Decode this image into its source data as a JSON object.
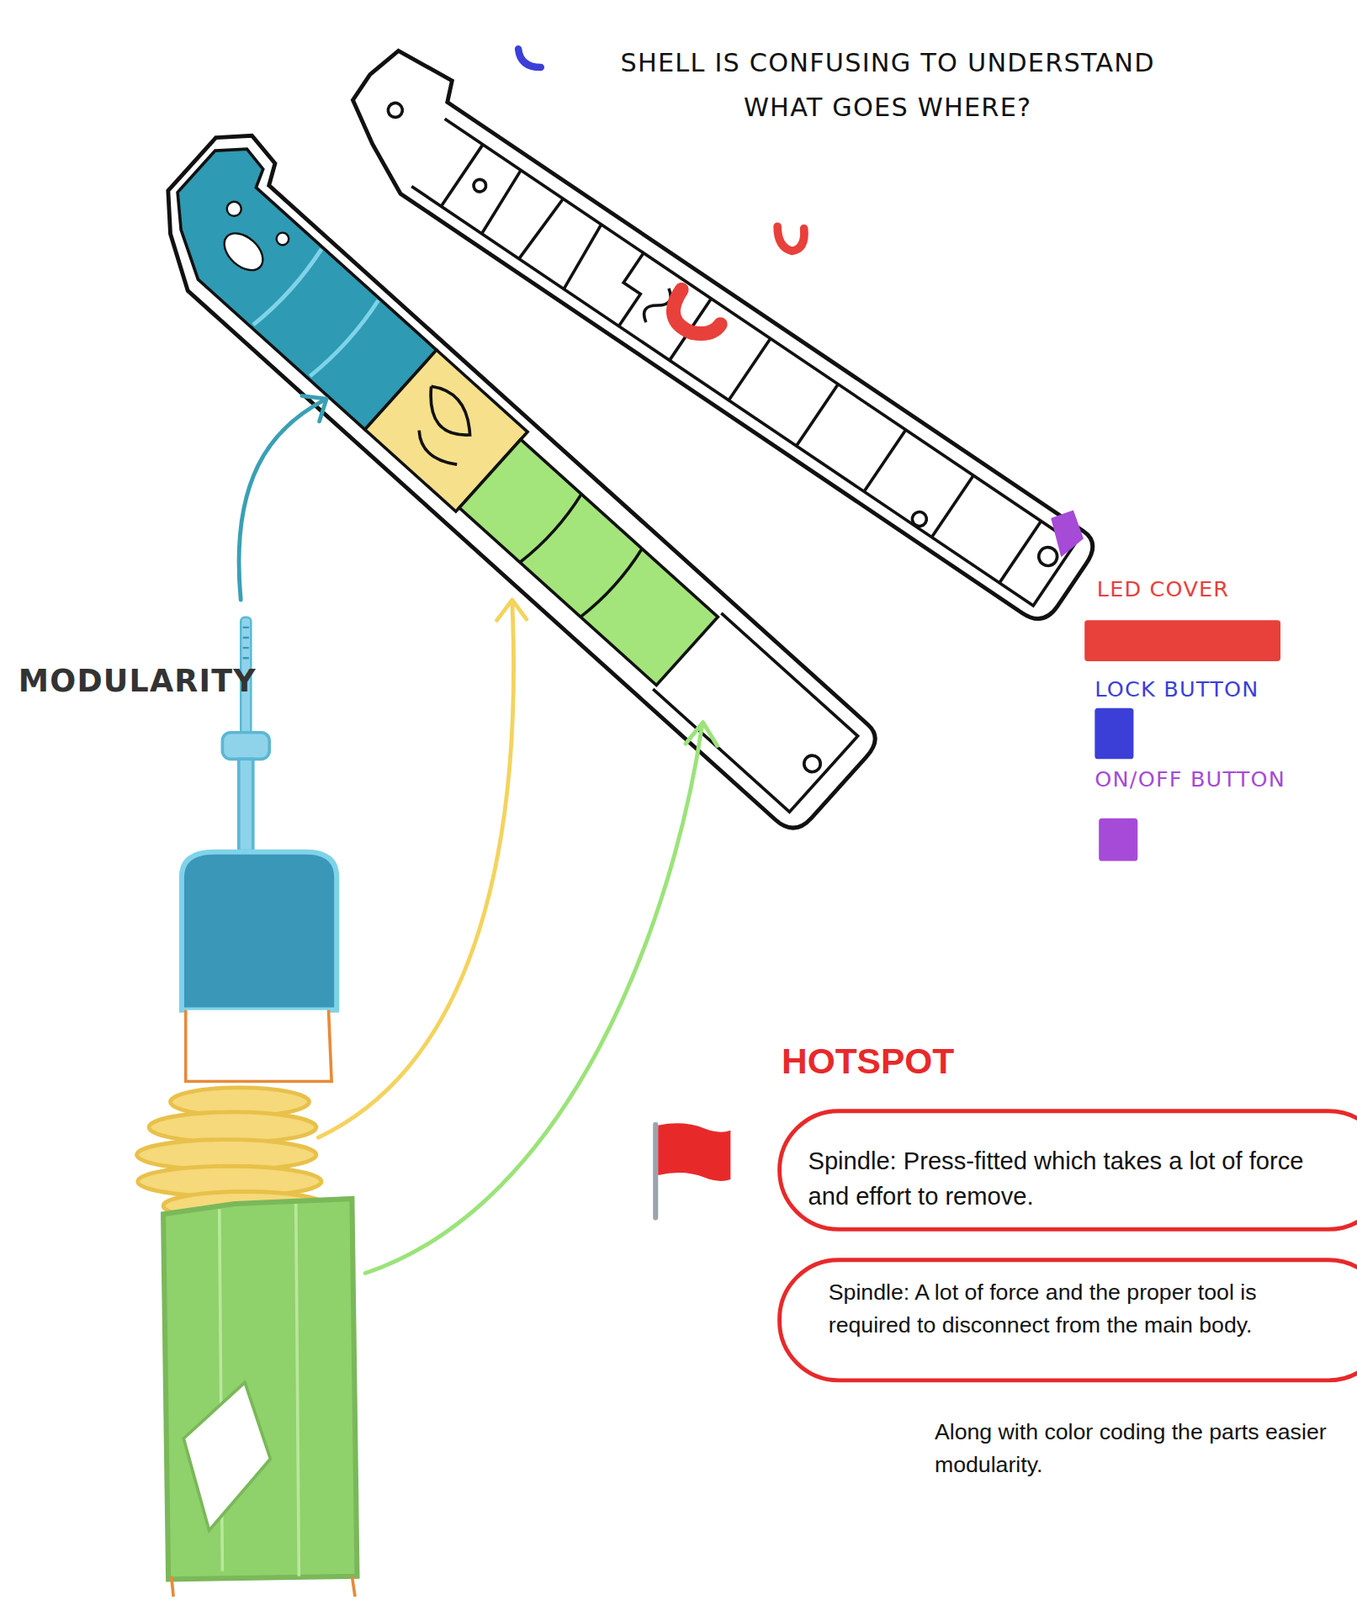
{
  "diagram": {
    "nodes": [
      {
        "text": [
          "Spindle: Press-fitted which takes a lot of force and effort to remove."
        ]
      },
      {
        "text": [
          "Spindle: A lot of force and the proper tool is required to disconnect from the main body."
        ]
      }
    ],
    "labels": [
      "SHELL IS CONFUSING TO UNDERSTAND WHAT GOES WHERE?",
      "MODULARITY",
      "HOTSPOT",
      "Along with color coding the parts easier modularity."
    ],
    "legend": [
      {
        "text": "LED COVER",
        "color": "#e8403a"
      },
      {
        "text": "LOCK BUTTON",
        "color": "#3b3fd8"
      },
      {
        "text": "ON/OFF BUTTON",
        "color": "#a64ad8"
      }
    ]
  }
}
